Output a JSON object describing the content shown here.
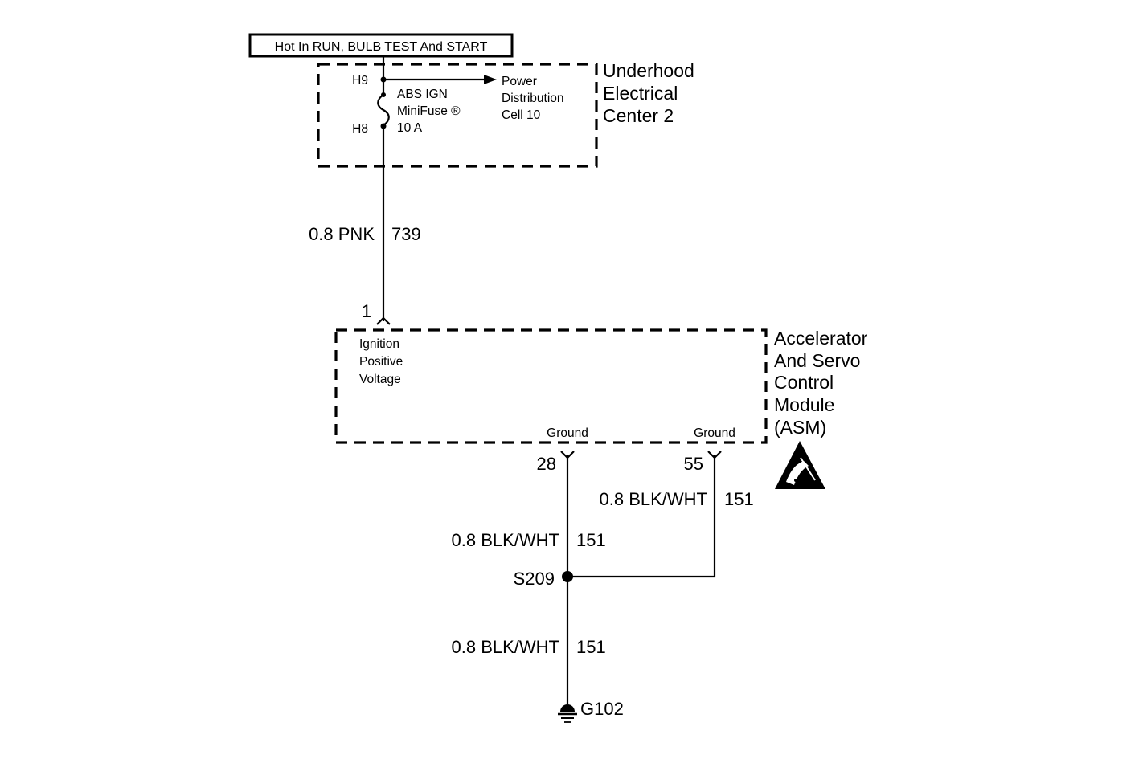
{
  "power_label": "Hot In RUN, BULB TEST And START",
  "uec": {
    "name_lines": [
      "Underhood",
      "Electrical",
      "Center 2"
    ],
    "terminal_top": "H9",
    "terminal_bottom": "H8",
    "fuse_lines": [
      "ABS IGN",
      "MiniFuse ®",
      "10 A"
    ],
    "pdc_lines": [
      "Power",
      "Distribution",
      "Cell 10"
    ]
  },
  "wires": {
    "feed": {
      "gauge_color": "0.8 PNK",
      "circuit": "739"
    },
    "ground_55": {
      "gauge_color": "0.8 BLK/WHT",
      "circuit": "151"
    },
    "ground_28": {
      "gauge_color": "0.8 BLK/WHT",
      "circuit": "151"
    },
    "ground_main": {
      "gauge_color": "0.8 BLK/WHT",
      "circuit": "151"
    }
  },
  "asm": {
    "name_lines": [
      "Accelerator",
      "And Servo",
      "Control",
      "Module",
      "(ASM)"
    ],
    "input_pin": "1",
    "input_lines": [
      "Ignition",
      "Positive",
      "Voltage"
    ],
    "ground_pin_a": "28",
    "ground_label_a": "Ground",
    "ground_pin_b": "55",
    "ground_label_b": "Ground",
    "esd_icon": "esd-warning-icon"
  },
  "splice": "S209",
  "ground_point": "G102"
}
